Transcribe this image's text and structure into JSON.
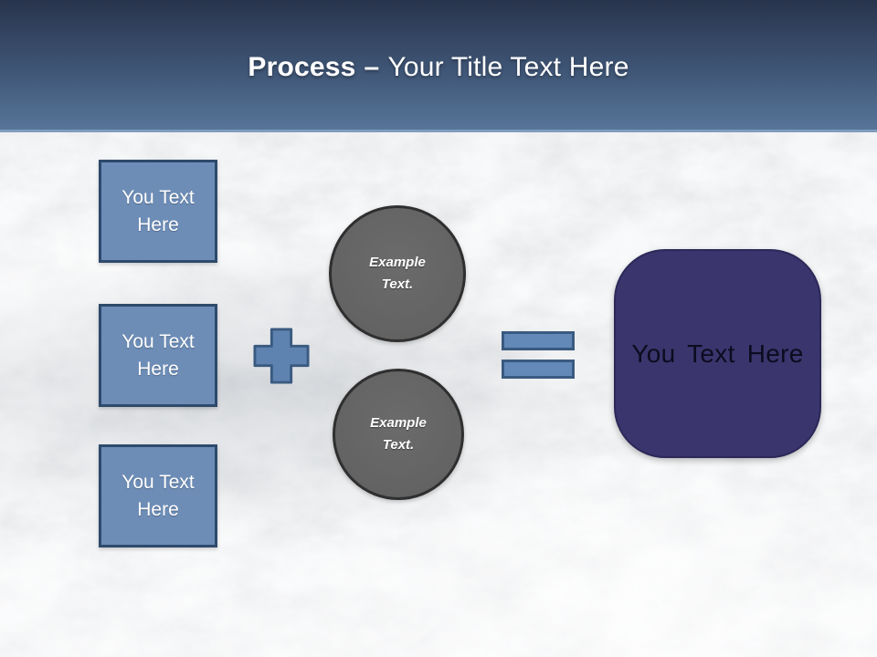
{
  "title": {
    "bold": "Process",
    "separator": "–",
    "regular": "Your Title Text Here"
  },
  "left_boxes": [
    {
      "label": "You Text Here"
    },
    {
      "label": "You Text Here"
    },
    {
      "label": "You Text Here"
    }
  ],
  "operators": {
    "plus": "plus-sign",
    "equals": "equals-sign"
  },
  "circles": [
    {
      "label": "Example Text."
    },
    {
      "label": "Example Text."
    }
  ],
  "result_box": {
    "label": "You Text Here"
  },
  "colors": {
    "header_gradient_top": "#28344c",
    "header_gradient_bottom": "#567598",
    "header_edge": "#7f9cbe",
    "title_text": "#ffffff",
    "box_fill": "#6d8db7",
    "box_border": "#2e4a6c",
    "operator_fill": "#5e83b1",
    "operator_border": "#3a5a80",
    "circle_fill": "#646464",
    "circle_border": "#2f2f2f",
    "result_fill": "#3a356c",
    "result_text": "#0d0b1f",
    "background_base": "#d7d9dc"
  }
}
